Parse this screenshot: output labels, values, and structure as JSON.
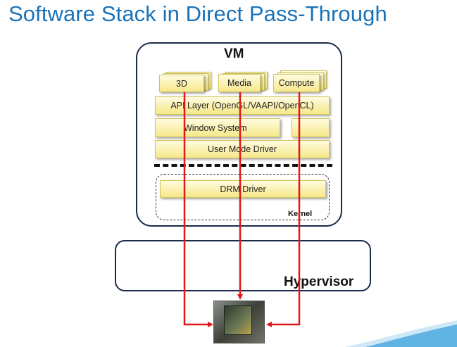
{
  "title": "Software Stack in Direct Pass-Through",
  "vm": {
    "label": "VM",
    "components": [
      "3D",
      "Media",
      "Compute"
    ],
    "api_layer": "API Layer (OpenGL/VAAPI/OpenCL)",
    "window_system": "Window System",
    "user_mode_driver": "User Mode Driver",
    "kernel": {
      "label": "Kernel",
      "drm_driver": "DRM Driver"
    }
  },
  "hypervisor": {
    "label": "Hypervisor"
  },
  "colors": {
    "title": "#1a73b8",
    "box_fill": "#f6e88a",
    "arrow": "#e01818",
    "border": "#1b2a4a"
  },
  "icons": {
    "hardware": "gpu-chip-icon"
  }
}
